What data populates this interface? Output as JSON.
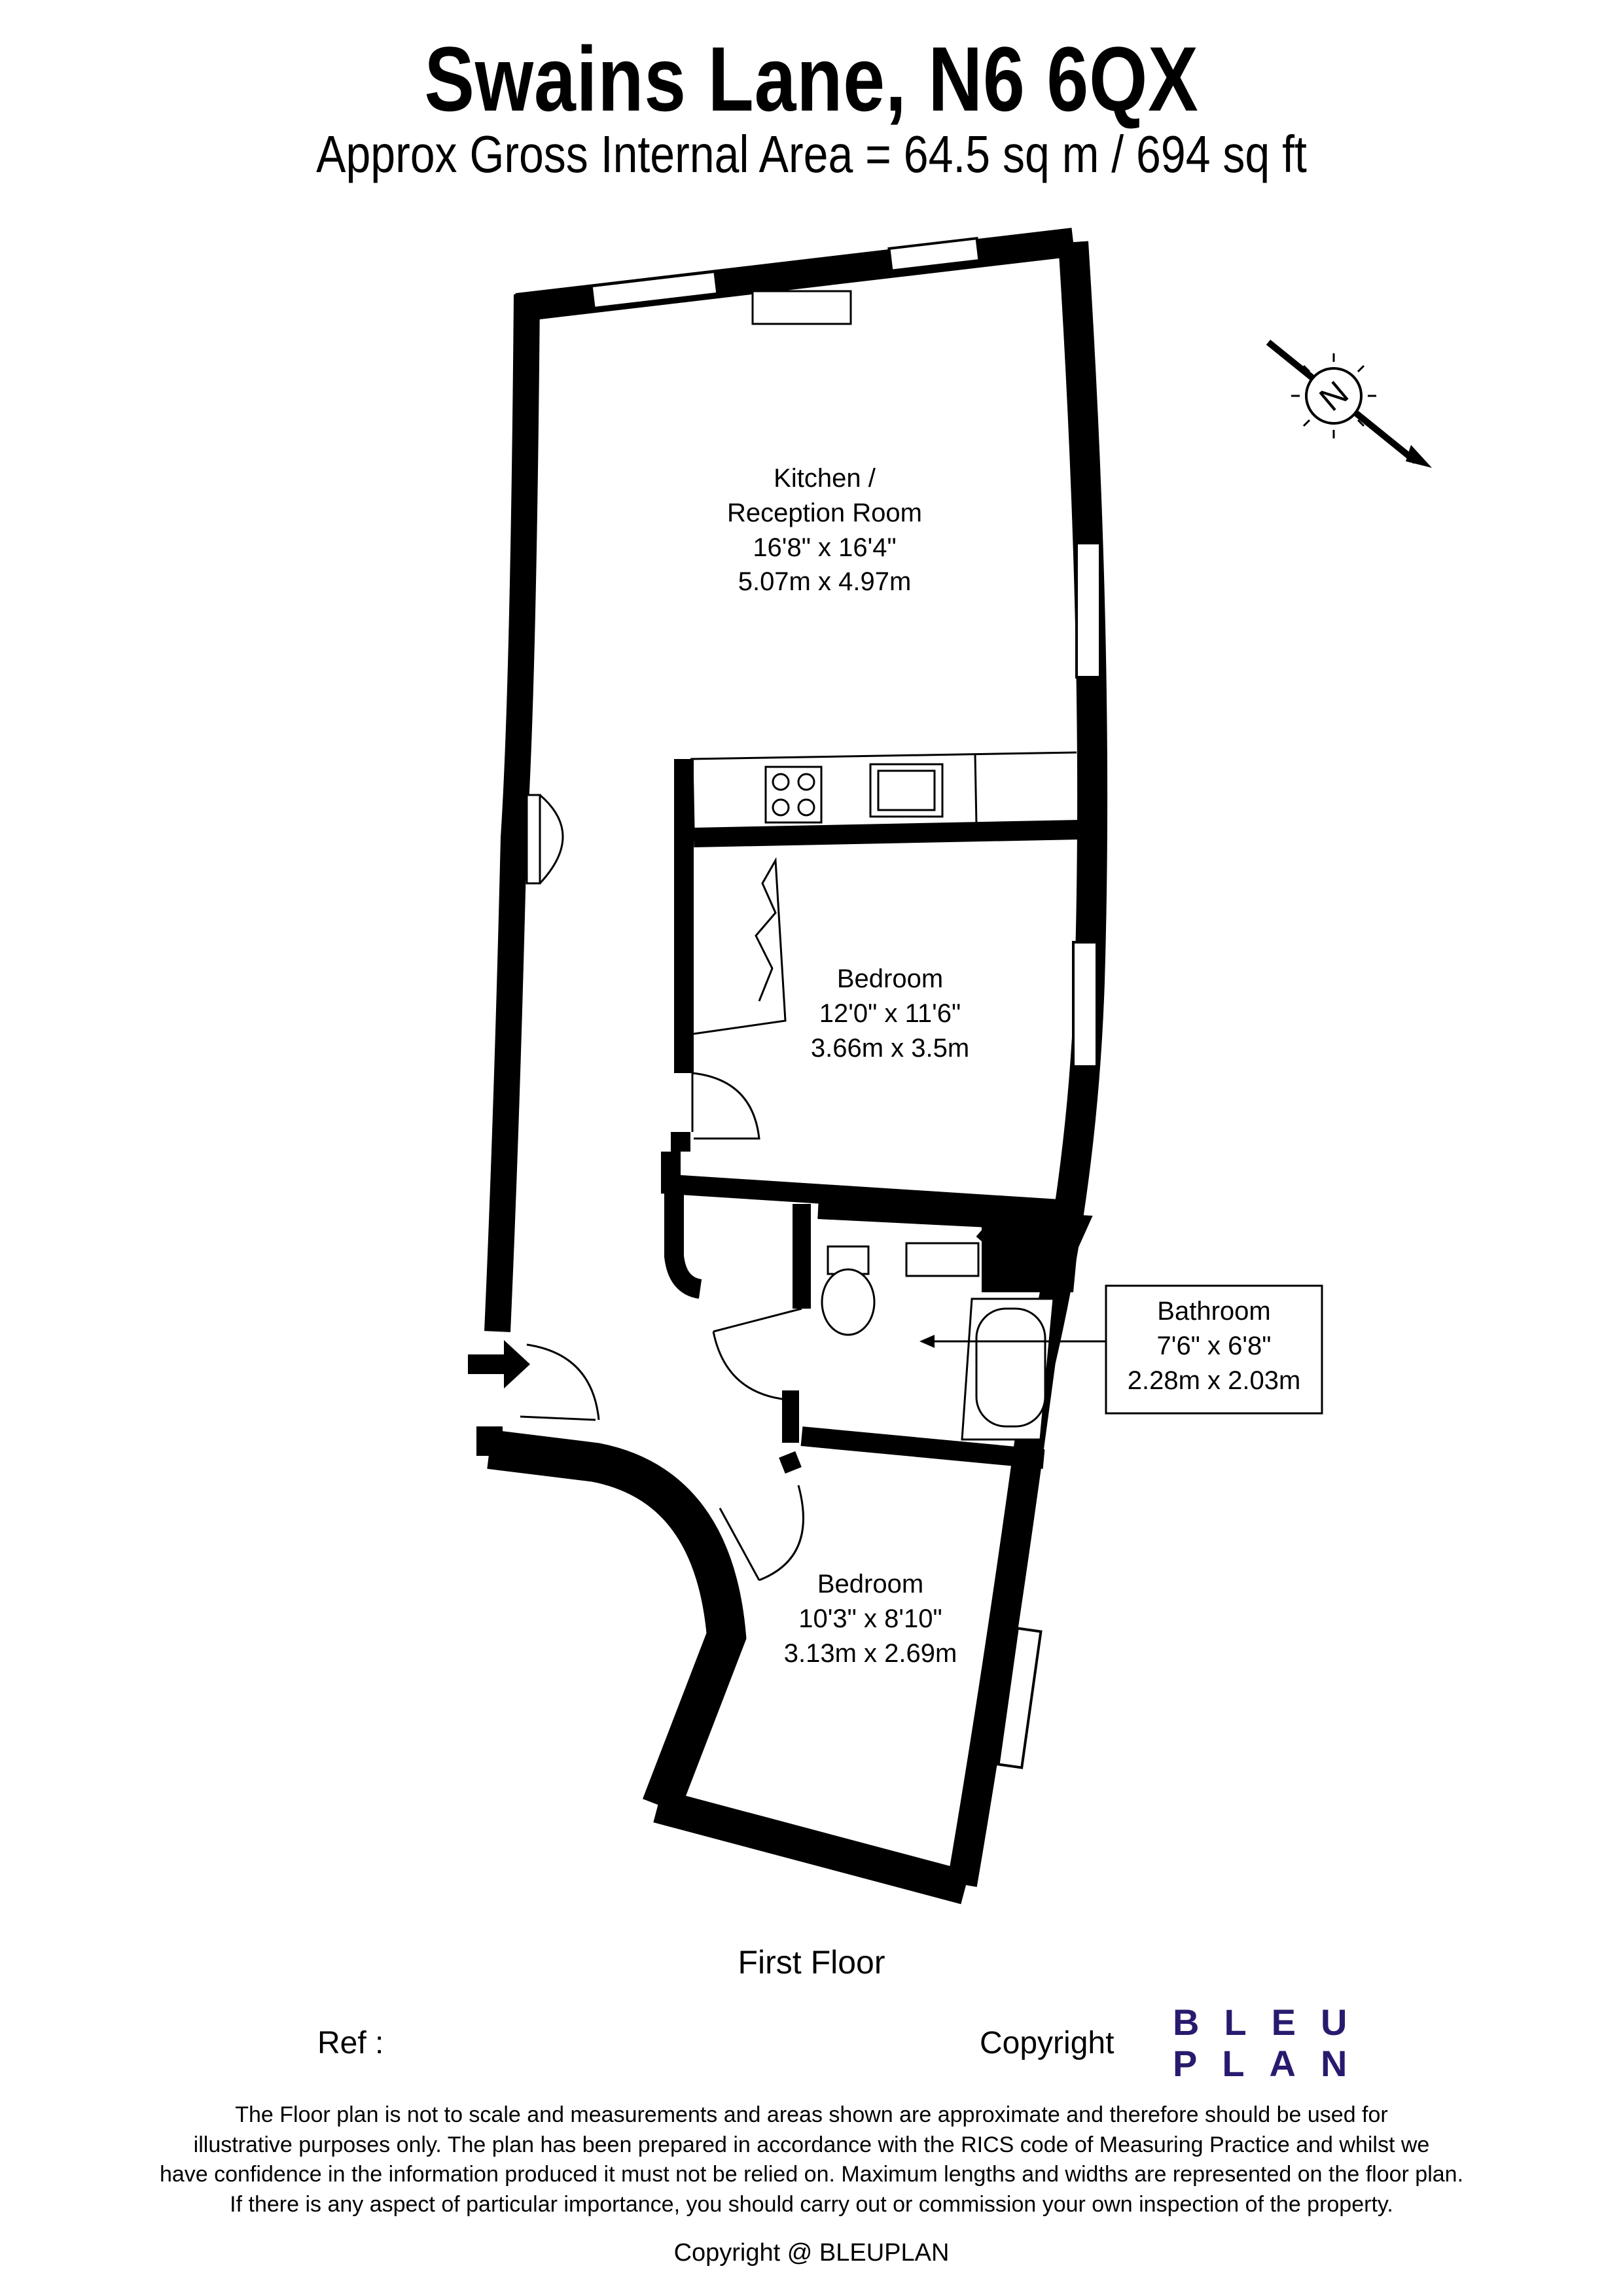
{
  "header": {
    "title": "Swains Lane, N6 6QX",
    "subtitle": "Approx Gross Internal Area = 64.5 sq m / 694 sq ft"
  },
  "rooms": [
    {
      "id": "kitchen",
      "name": "Kitchen /\nReception Room",
      "imperial": "16'8\" x 16'4\"",
      "metric": "5.07m x 4.97m"
    },
    {
      "id": "bedroom1",
      "name": "Bedroom",
      "imperial": "12'0\" x 11'6\"",
      "metric": "3.66m x 3.5m"
    },
    {
      "id": "bathroom",
      "name": "Bathroom",
      "imperial": "7'6\" x 6'8\"",
      "metric": "2.28m x 2.03m"
    },
    {
      "id": "bedroom2",
      "name": "Bedroom",
      "imperial": "10'3\" x 8'10\"",
      "metric": "3.13m x 2.69m"
    }
  ],
  "compass": {
    "letter": "N"
  },
  "floor_label": "First Floor",
  "footer": {
    "ref_label": "Ref  :",
    "copyright_label": "Copyright",
    "logo_line1": "BLEU",
    "logo_line2": "PLAN",
    "disclaimer": [
      "The Floor plan is not to scale and measurements and areas shown are approximate and therefore should be used for",
      "illustrative purposes only. The plan has been prepared in accordance with the RICS code of Measuring Practice and whilst we",
      "have confidence in the information produced it must not be relied on. Maximum lengths and widths are represented on the floor plan.",
      "If there is any aspect of particular importance, you should carry out or commission your own inspection of the property."
    ],
    "credit": "Copyright @ BLEUPLAN"
  },
  "colors": {
    "wall": "#000000",
    "logo": "#2a1a6e",
    "background": "#ffffff"
  }
}
